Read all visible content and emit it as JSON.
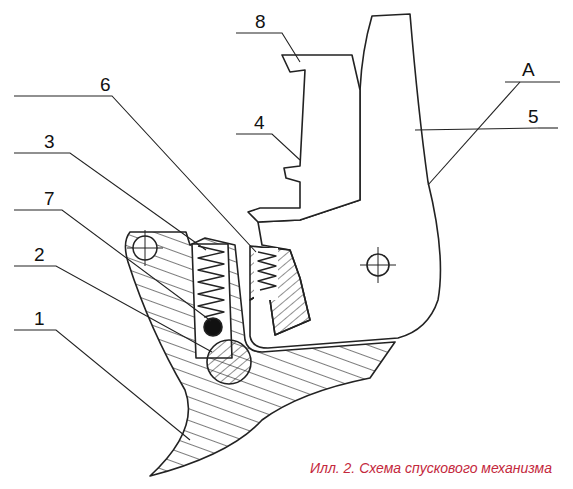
{
  "diagram": {
    "caption": "Илл. 2. Схема спускового механизма",
    "labels": [
      "8",
      "6",
      "3",
      "7",
      "2",
      "1",
      "4",
      "5",
      "A"
    ]
  }
}
